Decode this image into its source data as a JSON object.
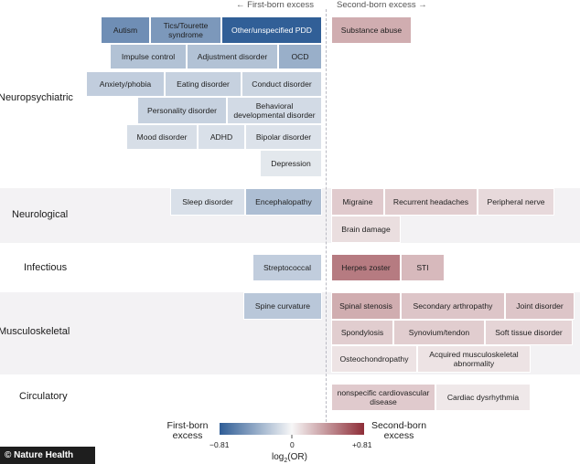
{
  "header": {
    "left": "← First-born excess",
    "right": "Second-born excess →"
  },
  "categories": [
    {
      "label": "Neuropsychiatric"
    },
    {
      "label": "Neurological"
    },
    {
      "label": "Infectious"
    },
    {
      "label": "Musculoskeletal"
    },
    {
      "label": "Circulatory"
    }
  ],
  "chart_data": {
    "type": "heatmap",
    "title": "",
    "color_scale": {
      "min": -0.81,
      "max": 0.81,
      "mid": 0,
      "min_color": "#2f5d96",
      "mid_color": "#f7f7f7",
      "max_color": "#8e2e38",
      "label": "log2(OR)"
    },
    "cells": [
      {
        "group": "Neuropsychiatric",
        "label": "Autism",
        "value": -0.55
      },
      {
        "group": "Neuropsychiatric",
        "label": "Tics/Tourette syndrome",
        "value": -0.5
      },
      {
        "group": "Neuropsychiatric",
        "label": "Other/unspecified PDD",
        "value": -0.8
      },
      {
        "group": "Neuropsychiatric",
        "label": "Impulse control",
        "value": -0.28
      },
      {
        "group": "Neuropsychiatric",
        "label": "Adjustment disorder",
        "value": -0.28
      },
      {
        "group": "Neuropsychiatric",
        "label": "OCD",
        "value": -0.38
      },
      {
        "group": "Neuropsychiatric",
        "label": "Anxiety/phobia",
        "value": -0.22
      },
      {
        "group": "Neuropsychiatric",
        "label": "Eating disorder",
        "value": -0.2
      },
      {
        "group": "Neuropsychiatric",
        "label": "Conduct disorder",
        "value": -0.18
      },
      {
        "group": "Neuropsychiatric",
        "label": "Personality disorder",
        "value": -0.2
      },
      {
        "group": "Neuropsychiatric",
        "label": "Behavioral developmental disorder",
        "value": -0.15
      },
      {
        "group": "Neuropsychiatric",
        "label": "Mood disorder",
        "value": -0.13
      },
      {
        "group": "Neuropsychiatric",
        "label": "ADHD",
        "value": -0.12
      },
      {
        "group": "Neuropsychiatric",
        "label": "Bipolar disorder",
        "value": -0.11
      },
      {
        "group": "Neuropsychiatric",
        "label": "Depression",
        "value": -0.08
      },
      {
        "group": "Neuropsychiatric",
        "label": "Substance abuse",
        "value": 0.3
      },
      {
        "group": "Neurological",
        "label": "Sleep disorder",
        "value": -0.12
      },
      {
        "group": "Neurological",
        "label": "Encephalopathy",
        "value": -0.3
      },
      {
        "group": "Neurological",
        "label": "Migraine",
        "value": 0.18
      },
      {
        "group": "Neurological",
        "label": "Recurrent headaches",
        "value": 0.17
      },
      {
        "group": "Neurological",
        "label": "Peripheral nerve",
        "value": 0.12
      },
      {
        "group": "Neurological",
        "label": "Brain damage",
        "value": 0.1
      },
      {
        "group": "Infectious",
        "label": "Streptococcal",
        "value": -0.22
      },
      {
        "group": "Infectious",
        "label": "Herpes zoster",
        "value": 0.5
      },
      {
        "group": "Infectious",
        "label": "STI",
        "value": 0.25
      },
      {
        "group": "Musculoskeletal",
        "label": "Spine curvature",
        "value": -0.25
      },
      {
        "group": "Musculoskeletal",
        "label": "Spinal stenosis",
        "value": 0.3
      },
      {
        "group": "Musculoskeletal",
        "label": "Secondary arthropathy",
        "value": 0.2
      },
      {
        "group": "Musculoskeletal",
        "label": "Joint disorder",
        "value": 0.2
      },
      {
        "group": "Musculoskeletal",
        "label": "Spondylosis",
        "value": 0.17
      },
      {
        "group": "Musculoskeletal",
        "label": "Synovium/tendon",
        "value": 0.17
      },
      {
        "group": "Musculoskeletal",
        "label": "Soft tissue disorder",
        "value": 0.14
      },
      {
        "group": "Musculoskeletal",
        "label": "Osteochondropathy",
        "value": 0.08
      },
      {
        "group": "Musculoskeletal",
        "label": "Acquired musculoskeletal abnormality",
        "value": 0.08
      },
      {
        "group": "Circulatory",
        "label": "nonspecific cardiovascular disease",
        "value": 0.18
      },
      {
        "group": "Circulatory",
        "label": "Cardiac dysrhythmia",
        "value": 0.06
      }
    ]
  },
  "legend": {
    "left_label": "First-born excess",
    "right_label": "Second-born excess",
    "left_color": "#2f5d96",
    "right_color": "#8e2e38",
    "tick_min": "−0.81",
    "tick_mid": "0",
    "tick_max": "+0.81",
    "axis_label_base": "log",
    "axis_label_sub": "2",
    "axis_label_rest": "(OR)"
  },
  "branding": {
    "logo_text": "© Nature Health"
  }
}
